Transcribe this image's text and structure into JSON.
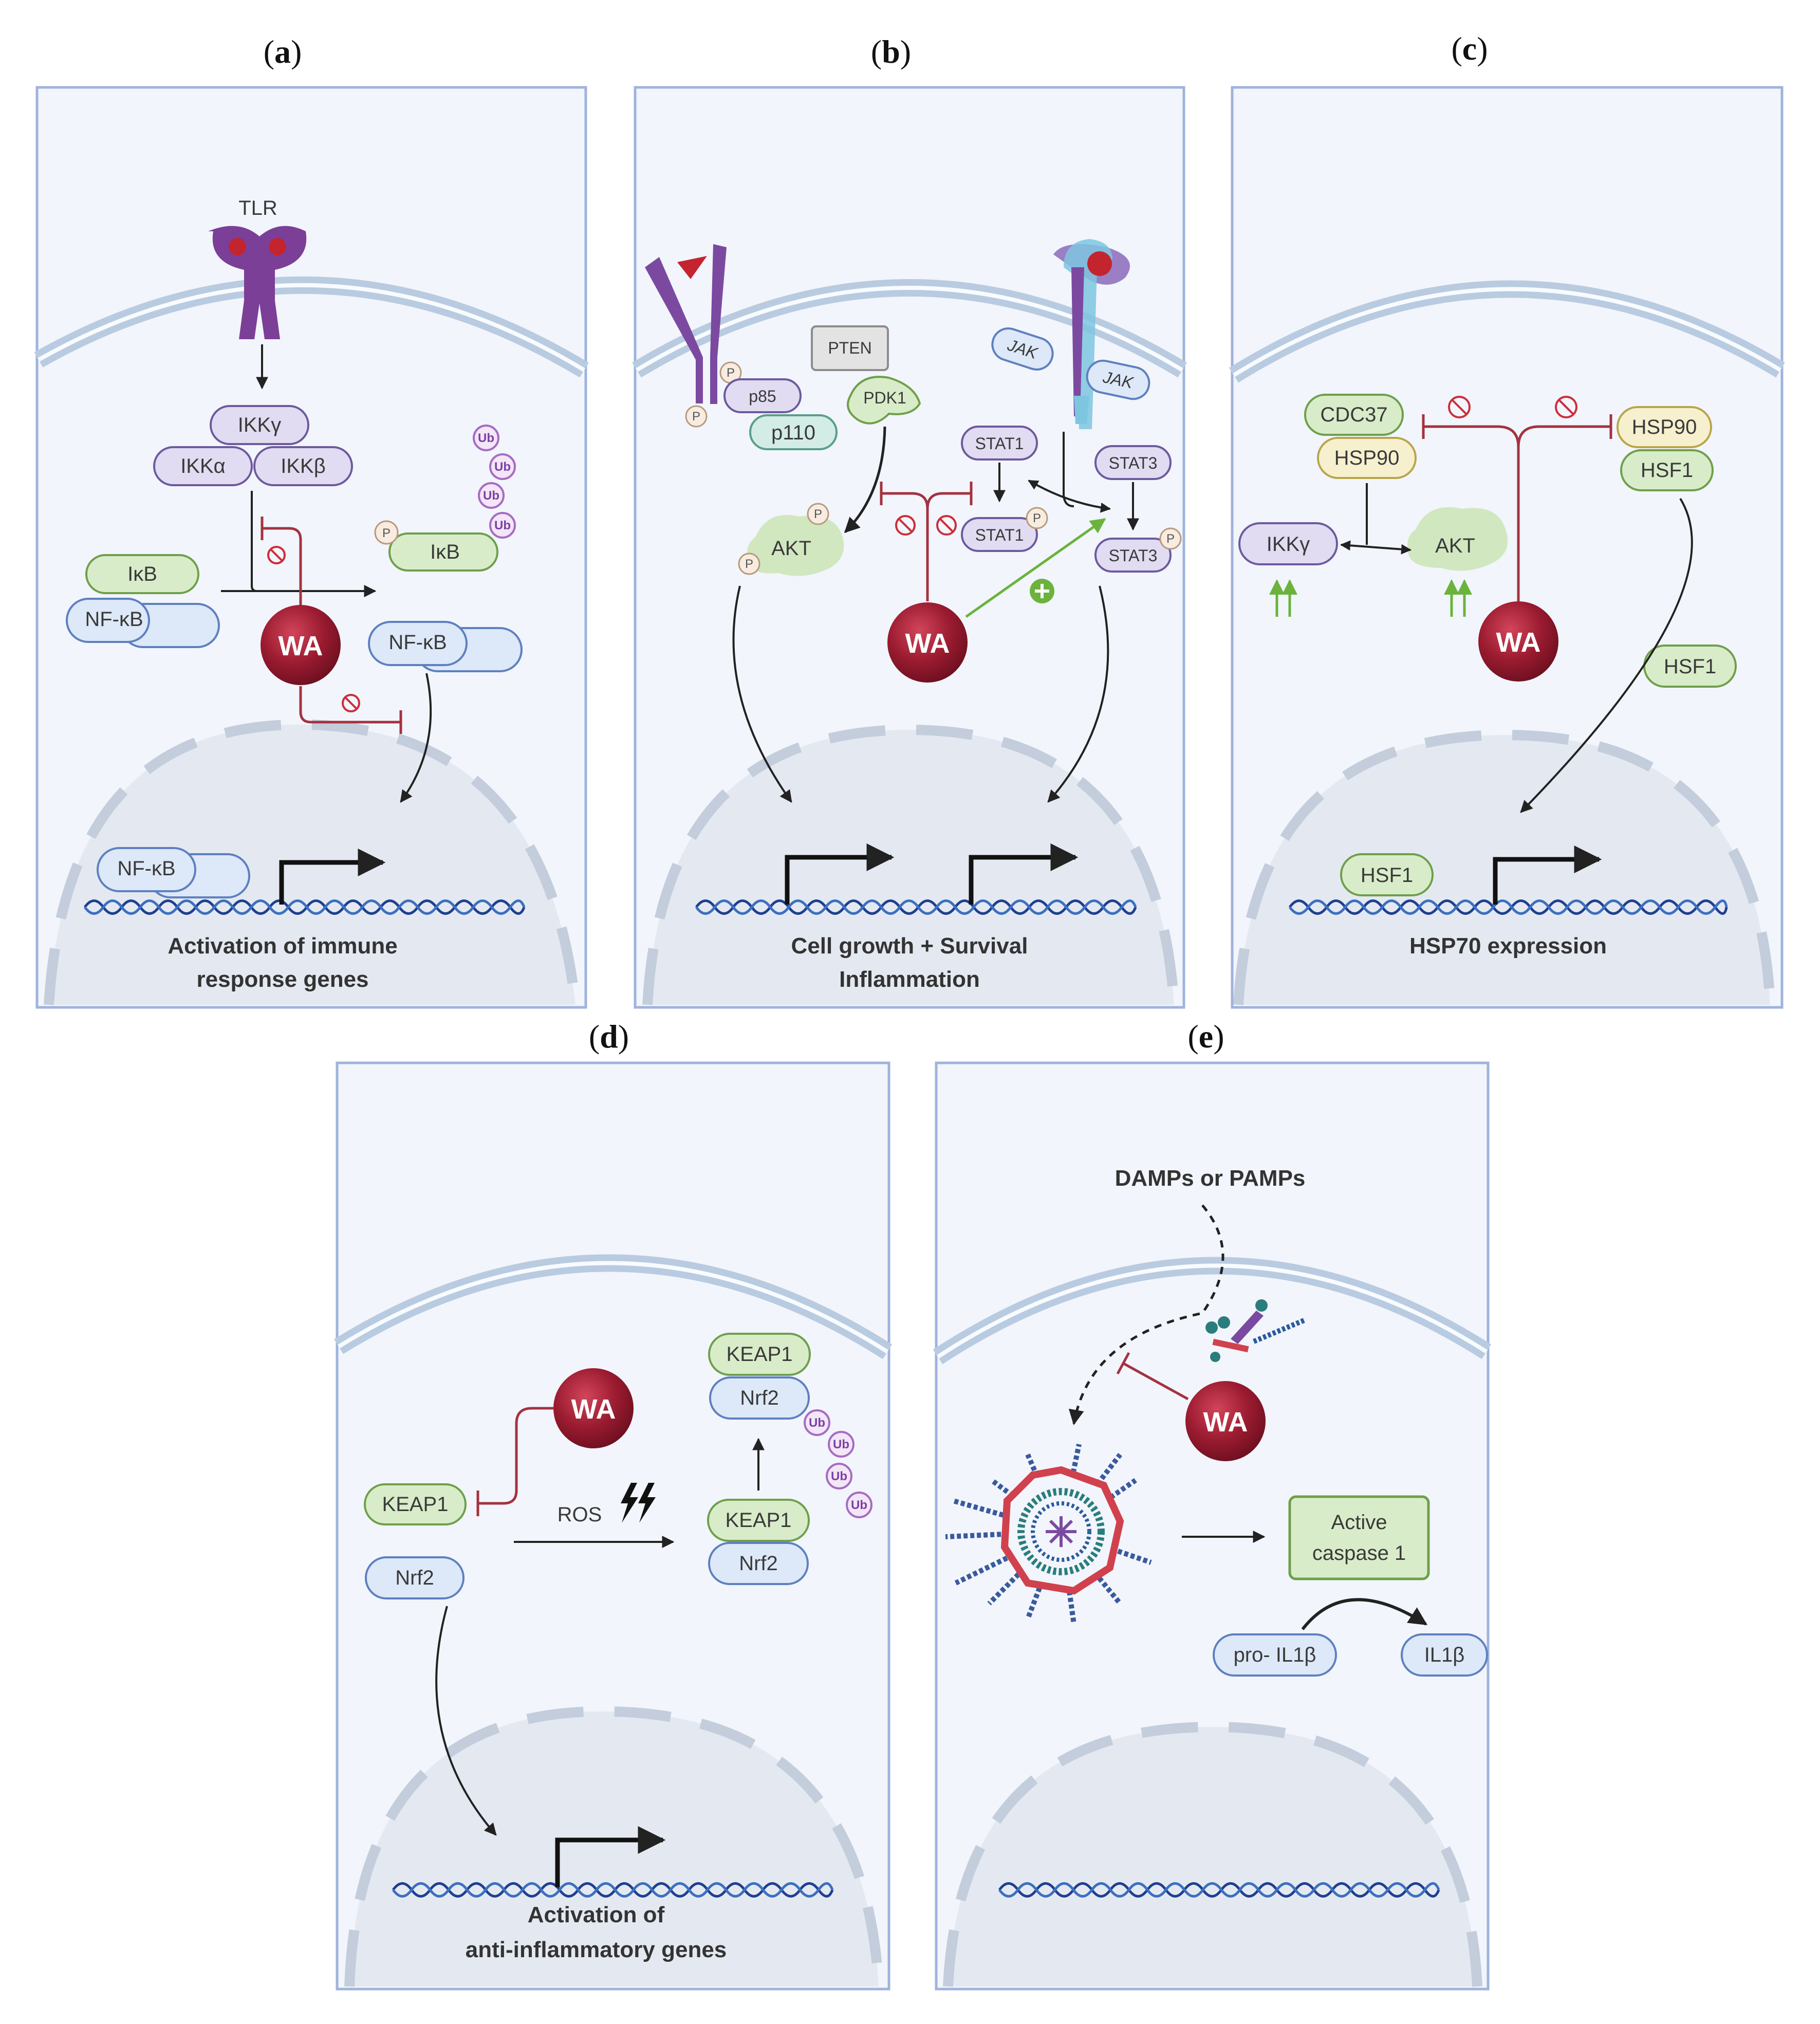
{
  "colors": {
    "panel_bg": "#f2f5fb",
    "panel_border": "#9fb3dc",
    "membrane": "#b9cbe0",
    "wa_red": "#9b1b30",
    "inhibit_red": "#a4323f",
    "activate_green": "#6bb33c",
    "green_fill": "#d9ecc9",
    "green_stroke": "#6f9f4b",
    "blue_fill": "#dde8f8",
    "blue_stroke": "#5d80c0",
    "purple_fill": "#e1dcf1",
    "purple_stroke": "#6d5a9e",
    "teal_fill": "#d3ece6",
    "yellow_fill": "#f6f0cf",
    "dna": "#1f3f8f"
  },
  "panels": {
    "a": {
      "label_open": "(",
      "label_letter": "a",
      "label_close": ")",
      "receptor": "TLR",
      "ikk_gamma": "IKKγ",
      "ikk_alpha": "IKKα",
      "ikk_beta": "IKKβ",
      "ikb": "IκB",
      "nfkb": "NF-κB",
      "ikb_p": "IκB",
      "p": "P",
      "ub": "Ub",
      "nfkb_free": "NF-κB",
      "nfkb_nucleus": "NF-κB",
      "wa": "WA",
      "caption_line1": "Activation of immune",
      "caption_line2": "response genes"
    },
    "b": {
      "label_open": "(",
      "label_letter": "b",
      "label_close": ")",
      "p": "P",
      "p85": "p85",
      "p110": "p110",
      "pten": "PTEN",
      "pdk1": "PDK1",
      "akt": "AKT",
      "jak": "JAK",
      "stat1": "STAT1",
      "stat3": "STAT3",
      "wa": "WA",
      "caption_line1": "Cell growth + Survival",
      "caption_line2": "Inflammation"
    },
    "c": {
      "label_open": "(",
      "label_letter": "c",
      "label_close": ")",
      "cdc37": "CDC37",
      "hsp90": "HSP90",
      "hsf1": "HSF1",
      "ikk_gamma": "IKKγ",
      "akt": "AKT",
      "wa": "WA",
      "caption": "HSP70 expression"
    },
    "d": {
      "label_open": "(",
      "label_letter": "d",
      "label_close": ")",
      "keap1": "KEAP1",
      "nrf2": "Nrf2",
      "ros": "ROS",
      "ub": "Ub",
      "wa": "WA",
      "caption_line1": "Activation of",
      "caption_line2": "anti-inflammatory genes"
    },
    "e": {
      "label_open": "(",
      "label_letter": "e",
      "label_close": ")",
      "trigger": "DAMPs or PAMPs",
      "caspase_line1": "Active",
      "caspase_line2": "caspase 1",
      "pro_il1b": "pro- IL1β",
      "il1b": "IL1β",
      "wa": "WA"
    }
  }
}
